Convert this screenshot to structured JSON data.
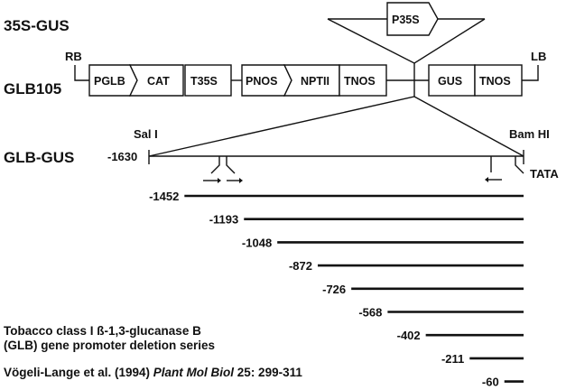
{
  "constructs": {
    "c35s": "35S-GUS",
    "glb105": "GLB105",
    "glbgus": "GLB-GUS"
  },
  "borders": {
    "rb": "RB",
    "lb": "LB"
  },
  "glb105_elements": [
    "PGLB",
    "CAT",
    "T35S",
    "PNOS",
    "NPTII",
    "TNOS",
    "GUS",
    "TNOS"
  ],
  "insert_35s": "P35S",
  "restriction_sites": {
    "left": "Sal I",
    "right": "Bam HI"
  },
  "tata_label": "TATA",
  "full_length_label": "-1630",
  "deletions": [
    "-1452",
    "-1193",
    "-1048",
    "-872",
    "-726",
    "-568",
    "-402",
    "-211",
    "-60"
  ],
  "description": {
    "line1": "Tobacco class I ß-1,3-glucanase B",
    "line2": "(GLB) gene promoter deletion series"
  },
  "citation": {
    "authors": "Vögeli-Lange et al. (1994) ",
    "journal": "Plant Mol Biol",
    "ref": " 25: 299-311"
  },
  "chart_data": {
    "type": "diagram",
    "title": "Tobacco class I ß-1,3-glucanase B (GLB) gene promoter deletion series",
    "promoter_start": -1630,
    "deletion_endpoints": [
      -1452,
      -1193,
      -1048,
      -872,
      -726,
      -568,
      -402,
      -211,
      -60
    ]
  }
}
